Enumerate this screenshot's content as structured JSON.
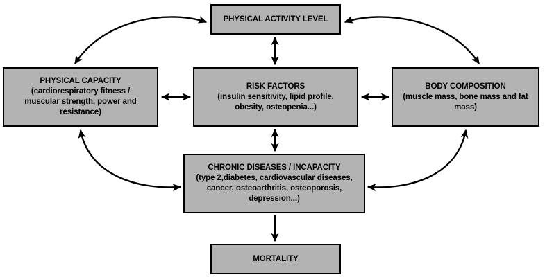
{
  "diagram": {
    "title": "Physical activity, capacity, body composition, risk factors, chronic disease and mortality relationships",
    "background_color": "#ffffff",
    "node_fill_color": "#b3b3b3",
    "node_border_color": "#000000",
    "arrow_color": "#000000",
    "nodes": [
      {
        "id": "physical-activity-level",
        "label": "PHYSICAL ACTIVITY LEVEL",
        "text": "PHYSICAL ACTIVITY LEVEL"
      },
      {
        "id": "physical-capacity",
        "label": "PHYSICAL CAPACITY",
        "text": "PHYSICAL CAPACITY\n(cardiorespiratory fitness /\nmuscular strength, power and\nresistance)"
      },
      {
        "id": "risk-factors",
        "label": "RISK FACTORS",
        "text": "RISK FACTORS\n(insulin sensitivity, lipid profile,\nobesity, osteopenia...)"
      },
      {
        "id": "body-composition",
        "label": "BODY COMPOSITION",
        "text": "BODY COMPOSITION\n(muscle mass, bone mass and fat\nmass)"
      },
      {
        "id": "chronic-diseases-incapacity",
        "label": "CHRONIC DISEASES / INCAPACITY",
        "text": "CHRONIC DISEASES / INCAPACITY\n(type 2,diabetes, cardiovascular diseases,\ncancer, osteoarthritis, osteoporosis,\ndepression...)"
      },
      {
        "id": "mortality",
        "label": "MORTALITY",
        "text": "MORTALITY"
      }
    ],
    "edges": [
      {
        "id": "activity-capacity",
        "from": "physical-activity-level",
        "to": "physical-capacity",
        "style": "curved",
        "heads": "both"
      },
      {
        "id": "activity-composition",
        "from": "physical-activity-level",
        "to": "body-composition",
        "style": "curved",
        "heads": "both"
      },
      {
        "id": "activity-risk",
        "from": "physical-activity-level",
        "to": "risk-factors",
        "style": "straight",
        "heads": "both"
      },
      {
        "id": "capacity-risk",
        "from": "physical-capacity",
        "to": "risk-factors",
        "style": "straight",
        "heads": "both"
      },
      {
        "id": "risk-composition",
        "from": "risk-factors",
        "to": "body-composition",
        "style": "straight",
        "heads": "both"
      },
      {
        "id": "risk-chronic",
        "from": "risk-factors",
        "to": "chronic-diseases-incapacity",
        "style": "straight",
        "heads": "both"
      },
      {
        "id": "capacity-chronic",
        "from": "physical-capacity",
        "to": "chronic-diseases-incapacity",
        "style": "curved",
        "heads": "both"
      },
      {
        "id": "composition-chronic",
        "from": "body-composition",
        "to": "chronic-diseases-incapacity",
        "style": "curved",
        "heads": "both"
      },
      {
        "id": "chronic-mortality",
        "from": "chronic-diseases-incapacity",
        "to": "mortality",
        "style": "straight",
        "heads": "end"
      }
    ]
  }
}
